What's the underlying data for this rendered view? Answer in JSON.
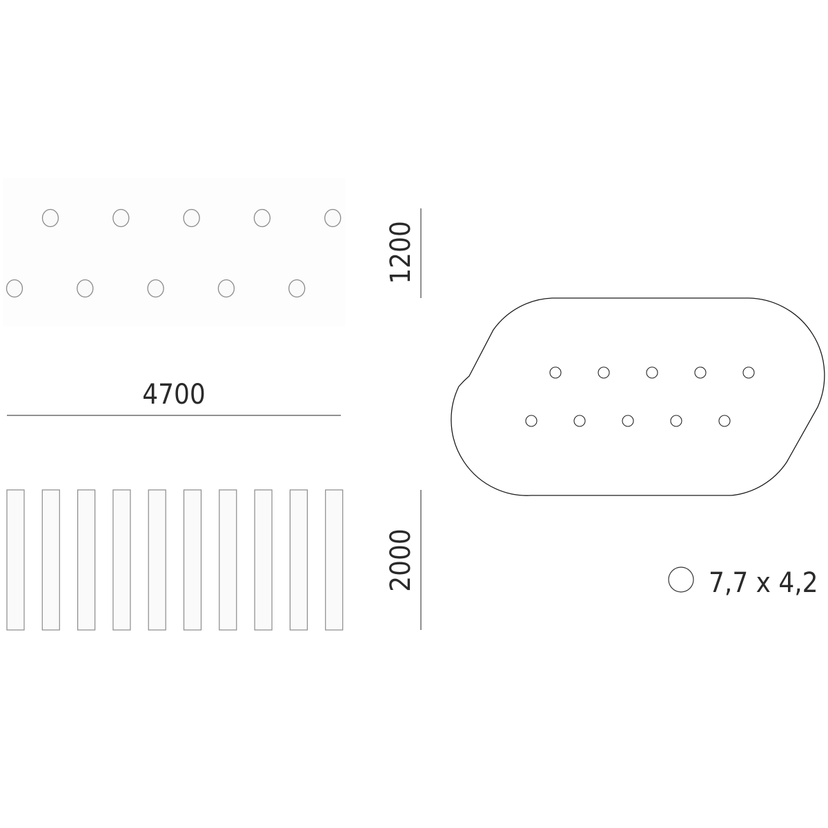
{
  "dimensions": {
    "width_label": "4700",
    "height_label": "1200",
    "length_label": "2000"
  },
  "legend": {
    "hole_size": "7,7 x 4,2"
  },
  "colors": {
    "stroke": "#8a8a8a",
    "fill": "#fafafa",
    "outline": "#1a1a1a",
    "text": "#2a2a2a"
  },
  "patterns": {
    "top_view_holes_per_row": [
      5,
      5
    ],
    "side_view_slats": 10,
    "tabletop_holes_per_row": [
      5,
      5
    ]
  }
}
